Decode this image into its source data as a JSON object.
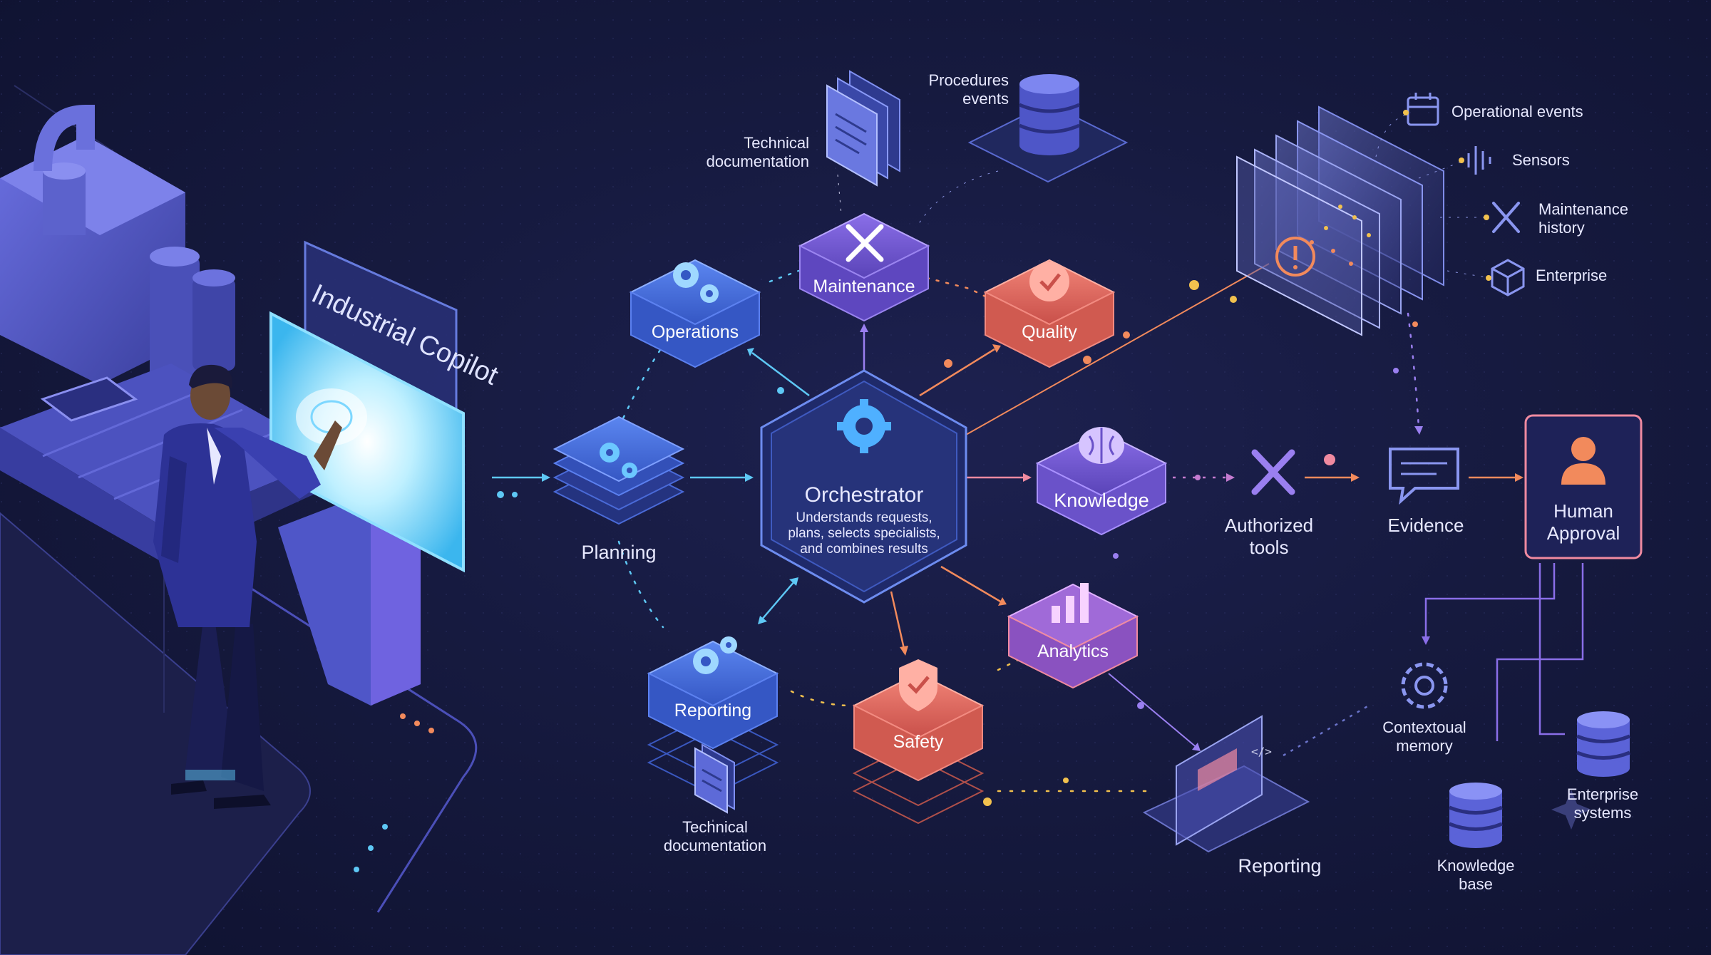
{
  "screen": {
    "title": "Industrial Copilot"
  },
  "nodes": {
    "planning": "Planning",
    "operations": "Operations",
    "maintenance": "Maintenance",
    "quality": "Quality",
    "knowledge": "Knowledge",
    "analytics": "Analytics",
    "safety": "Safety",
    "reporting_left": "Reporting",
    "reporting_right": "Reporting",
    "authorized_tools": "Authorized\ntools",
    "evidence": "Evidence",
    "human_approval": "Human\nApproval",
    "contextual_memory": "Contextoual\nmemory",
    "enterprise_systems": "Enterprise\nsystems",
    "knowledge_base": "Knowledge\nbase"
  },
  "orchestrator": {
    "title": "Orchestrator",
    "description": "Understands requests,\nplans, selects specialists,\nand combines results"
  },
  "sources": {
    "technical_documentation_top": "Technical\ndocumentation",
    "procedures_events": "Procedures\nevents",
    "technical_documentation_bottom": "Technical\ndocumentation"
  },
  "data_layers": {
    "operational_events": "Operational events",
    "sensors": "Sensors",
    "maintenance_history": "Maintenance\nhistory",
    "enterprise": "Enterprise"
  },
  "colors": {
    "background": "#161a3f",
    "blue_node": "#3d63d6",
    "purple_node": "#6a52c9",
    "salmon_node": "#e56a5e",
    "accent_cyan": "#5ec8f5",
    "accent_orange": "#f28a5c",
    "accent_gold": "#f2c14e"
  },
  "icons": [
    "gear-icon",
    "wrench-screwdriver-icon",
    "badge-check-icon",
    "brain-icon",
    "bar-chart-icon",
    "shield-check-icon",
    "document-icon",
    "database-icon",
    "alert-icon",
    "calendar-icon",
    "waveform-icon",
    "tools-icon",
    "cube-icon",
    "speech-bubble-icon",
    "person-icon",
    "code-window-icon"
  ]
}
